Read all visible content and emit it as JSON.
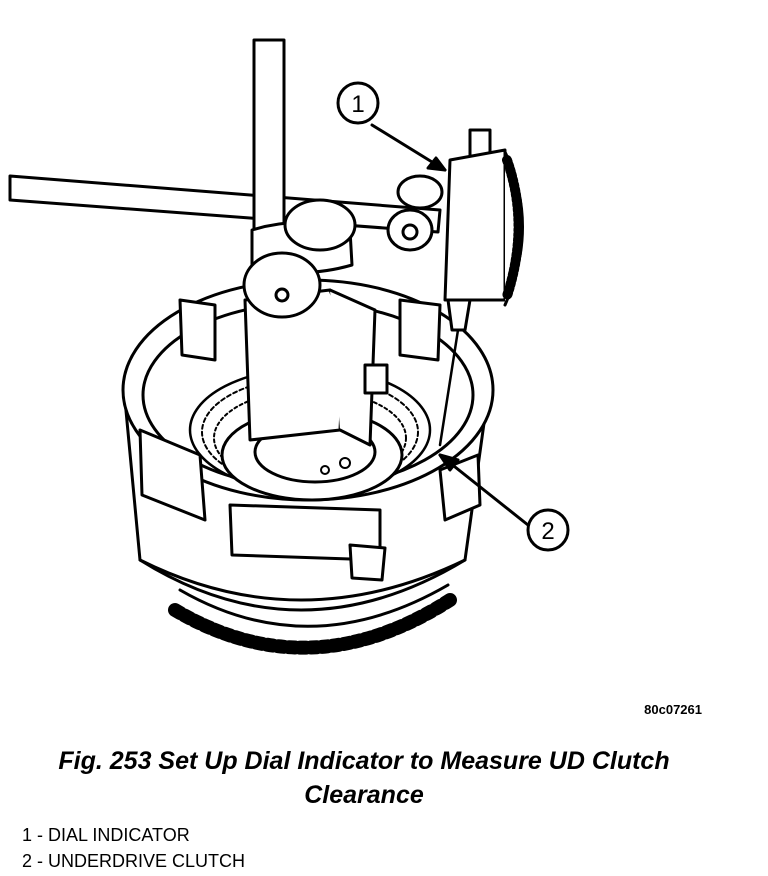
{
  "figure": {
    "callouts": [
      "1",
      "2"
    ],
    "figure_id": "80c07261",
    "caption_line1": "Fig. 253 Set Up Dial Indicator to Measure UD Clutch",
    "caption_line2": "Clearance",
    "legend": [
      "1 - DIAL INDICATOR",
      "2 - UNDERDRIVE CLUTCH"
    ]
  }
}
